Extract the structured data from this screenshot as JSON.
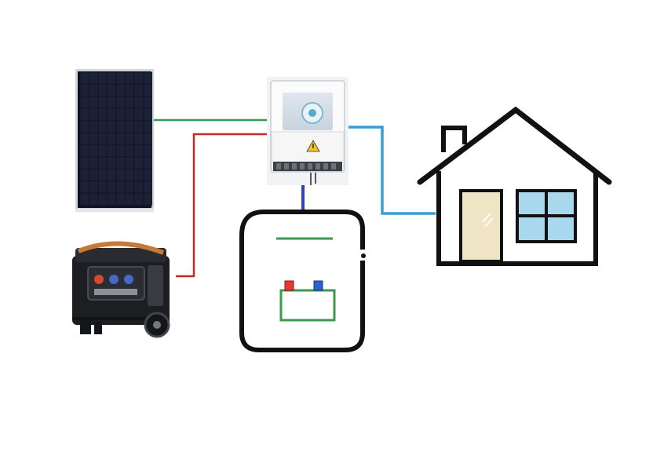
{
  "diagram": {
    "components": [
      {
        "id": "solar-panel",
        "icon": "solar-panel-icon"
      },
      {
        "id": "generator",
        "icon": "generator-icon"
      },
      {
        "id": "hybrid-inverter",
        "icon": "inverter-icon"
      },
      {
        "id": "battery",
        "icon": "battery-icon"
      },
      {
        "id": "house",
        "icon": "house-icon"
      }
    ],
    "connections": [
      {
        "from": "solar-panel",
        "to": "hybrid-inverter",
        "color": "#2e9e4a"
      },
      {
        "from": "generator",
        "to": "hybrid-inverter",
        "color": "#c62828"
      },
      {
        "from": "hybrid-inverter",
        "to": "battery",
        "color": "#3344aa"
      },
      {
        "from": "hybrid-inverter",
        "to": "house",
        "color": "#3a9bd5"
      }
    ]
  },
  "colors": {
    "battery_positive": "#e53935",
    "battery_negative": "#2f5fd0",
    "battery_outline": "#3c9a4c",
    "house_door": "#efe5c4",
    "house_window": "#a9d8ee",
    "outline": "#111111"
  }
}
